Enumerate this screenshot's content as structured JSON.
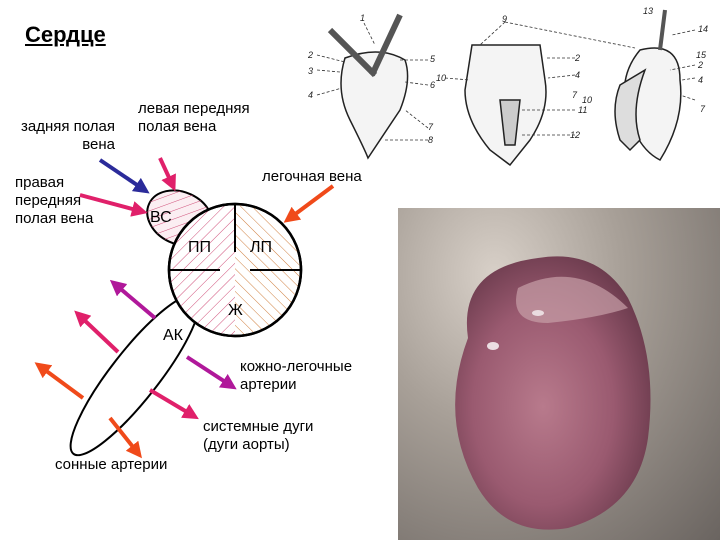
{
  "title": "Сердце",
  "labels": {
    "posterior_vena_cava": "задняя полая вена",
    "left_anterior_vena_cava": "левая передняя полая вена",
    "right_anterior_vena_cava": "правая передняя полая вена",
    "pulmonary_vein": "легочная вена",
    "cutaneous_pulmonary_arteries": "кожно-легочные артерии",
    "systemic_arches": "системные дуги (дуги аорты)",
    "carotid_arteries": "сонные артерии"
  },
  "chambers": {
    "sinus": "ВС",
    "right_atrium": "ПП",
    "left_atrium": "ЛП",
    "ventricle": "Ж",
    "conus": "АК"
  },
  "anatomy_numbers": {
    "left": [
      "1",
      "2",
      "3",
      "4",
      "5",
      "6",
      "7",
      "8"
    ],
    "middle": [
      "9",
      "2",
      "10",
      "4",
      "7",
      "11",
      "12"
    ],
    "right": [
      "13",
      "14",
      "15",
      "2",
      "4",
      "7",
      "10"
    ]
  },
  "colors": {
    "blue": "#2b2b9a",
    "pink": "#e0206a",
    "red": "#f04a1a",
    "purple": "#b0189a",
    "hatch_pink": "#d0507a",
    "hatch_orange": "#d08040"
  }
}
